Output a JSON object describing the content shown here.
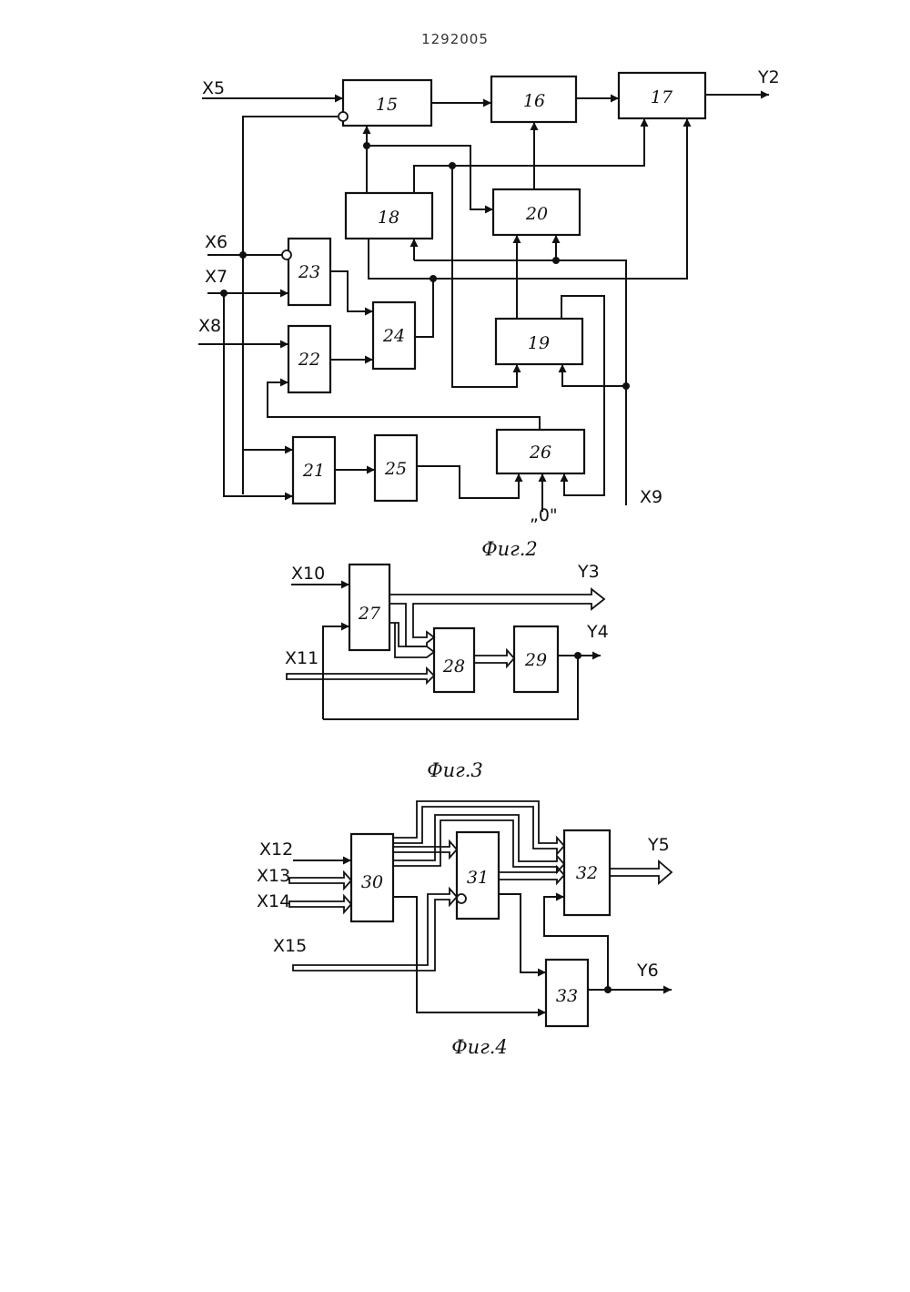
{
  "document": {
    "patent_number": "1292005"
  },
  "fig2": {
    "caption": "Фиг.2",
    "blocks": {
      "b15": "15",
      "b16": "16",
      "b17": "17",
      "b18": "18",
      "b19": "19",
      "b20": "20",
      "b21": "21",
      "b22": "22",
      "b23": "23",
      "b24": "24",
      "b25": "25",
      "b26": "26"
    },
    "signals": {
      "x5": "X5",
      "x6": "X6",
      "x7": "X7",
      "x8": "X8",
      "x9": "X9",
      "y2": "Y2",
      "zero": "„0\""
    }
  },
  "fig3": {
    "caption": "Фиг.3",
    "blocks": {
      "b27": "27",
      "b28": "28",
      "b29": "29"
    },
    "signals": {
      "x10": "X10",
      "x11": "X11",
      "y3": "Y3",
      "y4": "Y4"
    }
  },
  "fig4": {
    "caption": "Фиг.4",
    "blocks": {
      "b30": "30",
      "b31": "31",
      "b32": "32",
      "b33": "33"
    },
    "signals": {
      "x12": "X12",
      "x13": "X13",
      "x14": "X14",
      "x15": "X15",
      "y5": "Y5",
      "y6": "Y6"
    }
  }
}
